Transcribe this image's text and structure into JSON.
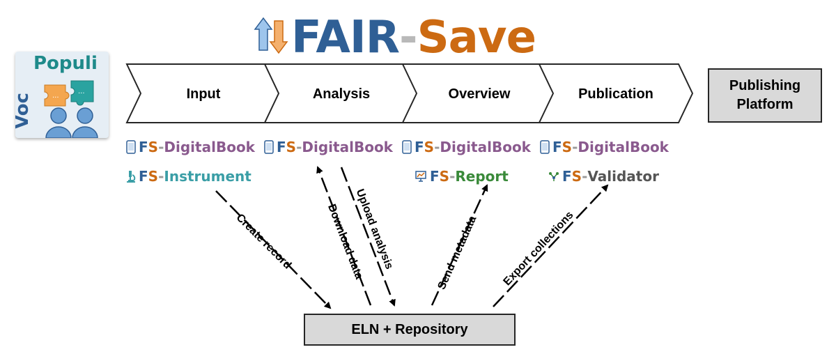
{
  "title": {
    "part1": "FAIR",
    "dash": "-",
    "part2": "Save"
  },
  "logo": {
    "text_top": "Populi",
    "text_side": "Voc"
  },
  "stages": [
    "Input",
    "Analysis",
    "Overview",
    "Publication"
  ],
  "publishing_platform": "Publishing Platform",
  "eln_repository": "ELN + Repository",
  "tools": {
    "digitalbook": {
      "prefix_f": "F",
      "prefix_s": "S",
      "dash": "-",
      "name_a": "Di",
      "name_b": "gital",
      "name_c": "Book"
    },
    "instrument": {
      "name": "Instrument"
    },
    "report": {
      "name": "Report"
    },
    "validator": {
      "name": "Validator"
    }
  },
  "arrows": {
    "create_record": "Create record",
    "download_data": "Download data",
    "upload_analysis": "Upload analysis",
    "send_metadata": "Send metadata",
    "export_collections": "Export collections"
  },
  "colors": {
    "fair_blue": "#2f5f95",
    "save_orange": "#cc6a12",
    "box_gray": "#d9d9d9",
    "digitalbook_purple": "#8a5a8e",
    "instrument_teal": "#3a9ea6",
    "report_green": "#3a8a3a"
  },
  "icons": [
    "updown-arrows-icon",
    "tablet-icon",
    "microscope-icon",
    "monitor-chart-icon",
    "network-nodes-icon",
    "puzzle-pieces-icon",
    "people-icon"
  ]
}
